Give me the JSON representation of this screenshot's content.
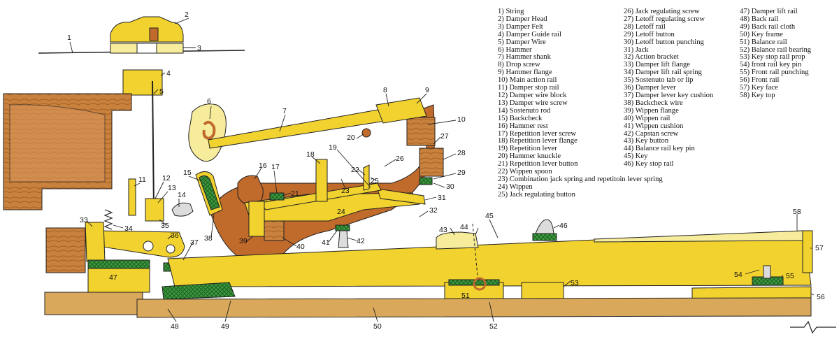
{
  "legend": {
    "col1": [
      "1) String",
      "2) Damper Head",
      "3) Damper Felt",
      "4) Damper Guide rail",
      "5) Damper Wire",
      "6) Hammer",
      "7) Hammer shank",
      "8) Drop screw",
      "9) Hammer flange",
      "10) Main action rail",
      "11) Damper stop rail",
      "12) Damper wire block",
      "13) Damper wire screw",
      "14) Sostenuto rod",
      "15) Backcheck",
      "16) Hammer rest",
      "17) Repetition lever screw",
      "18) Repetition lever flange",
      "19) Repetition lever",
      "20) Hammer knuckle",
      "21) Repetition lever button",
      "22) Wippen spoon",
      "23) Combination jack spring and repetitoin lever spring",
      "24) Wippen",
      "25) Jack regulating button"
    ],
    "col2": [
      "26) Jack regulating screw",
      "27) Letoff regulating screw",
      "28) Letoff rail",
      "29) Letoff button",
      "30) Letoff button punching",
      "31) Jack",
      "32) Action bracket",
      "33) Damper lift flange",
      "34) Damper lift rail spring",
      "35) Sostenuto tab or lip",
      "36) Damper lever",
      "37) Damper lever key cushion",
      "38) Backcheck wire",
      "39) Wippen flange",
      "40) Wippen rail",
      "41) Wippen cushion",
      "42) Capstan screw",
      "43) Key button",
      "44) Balance rail key pin",
      "45) Key",
      "46) Key stop rail"
    ],
    "col3": [
      "47) Damper lift rail",
      "48) Back rail",
      "49) Back rail cloth",
      "50) Key frame",
      "51) Balance rail",
      "52) Balance rail bearing",
      "53) Key stop rail prop",
      "54) front rail key pin",
      "55) Front rail punching",
      "56) Front rail",
      "57) Key face",
      "58) Key top"
    ]
  },
  "callouts": [
    "1",
    "2",
    "3",
    "4",
    "5",
    "6",
    "7",
    "8",
    "9",
    "10",
    "11",
    "12",
    "13",
    "14",
    "15",
    "16",
    "17",
    "18",
    "19",
    "20",
    "21",
    "22",
    "23",
    "24",
    "25",
    "26",
    "27",
    "28",
    "29",
    "30",
    "31",
    "32",
    "33",
    "34",
    "35",
    "36",
    "37",
    "38",
    "39",
    "40",
    "41",
    "42",
    "43",
    "44",
    "45",
    "46",
    "47",
    "48",
    "49",
    "50",
    "51",
    "52",
    "53",
    "54",
    "55",
    "56",
    "57",
    "58"
  ],
  "colors": {
    "yellow": "#f2d22e",
    "cream": "#f7ec9c",
    "tan": "#d9a85a",
    "wood": "#c06a2c",
    "felt_green": "#3b9a3e",
    "outline": "#222222"
  }
}
